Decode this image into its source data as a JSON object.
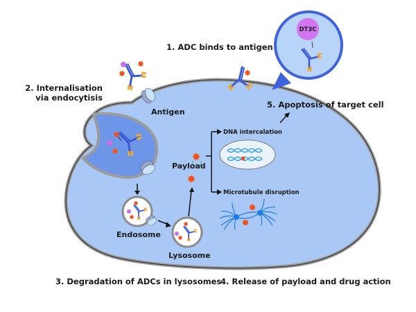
{
  "title": "Antibody-drug conjugate (ADC) mechanism of action",
  "steps": {
    "step1": "1. ADC binds to antigen",
    "step2_line1": "2. Internalisation",
    "step2_line2": "via endocytisis",
    "step3": "3. Degradation of ADCs in lysosomes",
    "step4": "4. Release of payload and drug action",
    "step5": "5. Apoptosis of target cell"
  },
  "labels": {
    "antigen": "Antigen",
    "payload": "Payload",
    "endosome": "Endosome",
    "lysosome": "Lysosome",
    "dna": "DNA intercalation",
    "microtubule": "Microtubule disruption",
    "inset_payload": "DT3C"
  },
  "colors": {
    "cell_fill": "#a9c8f5",
    "membrane": "#b8b8b8",
    "vesicle_fill": "#6d96e8",
    "antibody_heavy": "#3b5bd6",
    "antibody_light": "#f3a72d",
    "payload": "#f0541e",
    "linker_ball": "#c56fe8",
    "inset_border": "#3f63dc",
    "microtubule": "#1e7ce8"
  }
}
